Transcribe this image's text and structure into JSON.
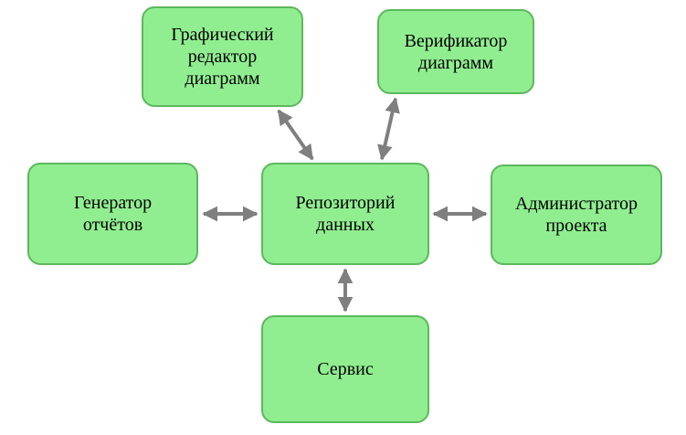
{
  "diagram": {
    "type": "architecture-diagram",
    "title": "",
    "nodes": {
      "graphic_editor": {
        "label": "Графический редактор диаграмм"
      },
      "verifier": {
        "label": "Верификатор диаграмм"
      },
      "report_generator": {
        "label": "Генератор отчётов"
      },
      "repository": {
        "label": "Репозиторий данных"
      },
      "project_admin": {
        "label": "Администратор проекта"
      },
      "service": {
        "label": "Сервис"
      }
    },
    "edges": [
      {
        "from": "repository",
        "to": "graphic_editor",
        "bidirectional": true
      },
      {
        "from": "repository",
        "to": "verifier",
        "bidirectional": true
      },
      {
        "from": "repository",
        "to": "report_generator",
        "bidirectional": true
      },
      {
        "from": "repository",
        "to": "project_admin",
        "bidirectional": true
      },
      {
        "from": "repository",
        "to": "service",
        "bidirectional": true
      }
    ],
    "colors": {
      "node_fill": "#90EE90",
      "node_border": "#5CB85C",
      "arrow": "#7F7F7F",
      "text": "#000000",
      "background": "#FFFFFF"
    }
  }
}
